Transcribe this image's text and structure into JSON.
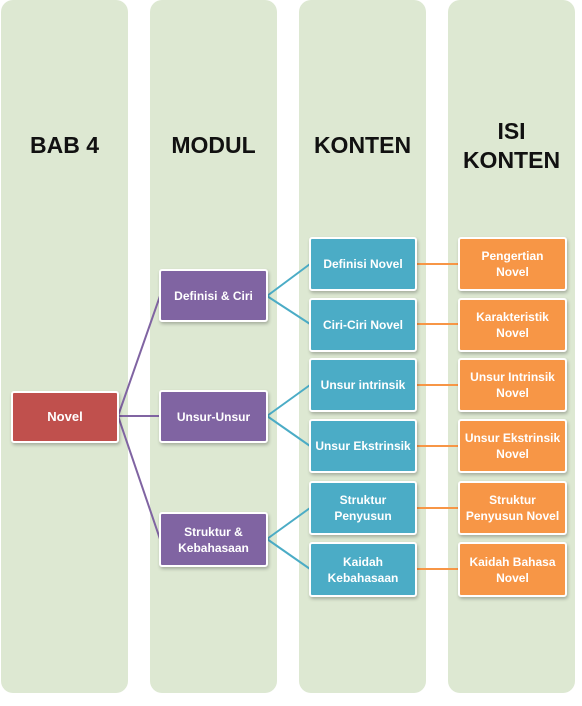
{
  "colors": {
    "column_bg": "#dde8d2",
    "bab": "#c0504d",
    "modul": "#8064a2",
    "konten": "#4bacc6",
    "isi": "#f79646"
  },
  "columns": {
    "bab": "BAB 4",
    "modul": "MODUL",
    "konten": "KONTEN",
    "isi": "ISI\nKONTEN"
  },
  "bab": {
    "label": "Novel"
  },
  "modul": [
    {
      "label": "Definisi & Ciri"
    },
    {
      "label": "Unsur-Unsur"
    },
    {
      "label": "Struktur  &\nKebahasaan"
    }
  ],
  "konten": [
    {
      "label": "Definisi Novel"
    },
    {
      "label": "Ciri-Ciri Novel"
    },
    {
      "label": "Unsur intrinsik"
    },
    {
      "label": "Unsur Ekstrinsik"
    },
    {
      "label": "Struktur\nPenyusun"
    },
    {
      "label": "Kaidah\nKebahasaan"
    }
  ],
  "isi": [
    {
      "label": "Pengertian\nNovel"
    },
    {
      "label": "Karakteristik\nNovel"
    },
    {
      "label": "Unsur Intrinsik\nNovel"
    },
    {
      "label": "Unsur Ekstrinsik\nNovel"
    },
    {
      "label": "Struktur\nPenyusun Novel"
    },
    {
      "label": "Kaidah Bahasa\nNovel"
    }
  ]
}
